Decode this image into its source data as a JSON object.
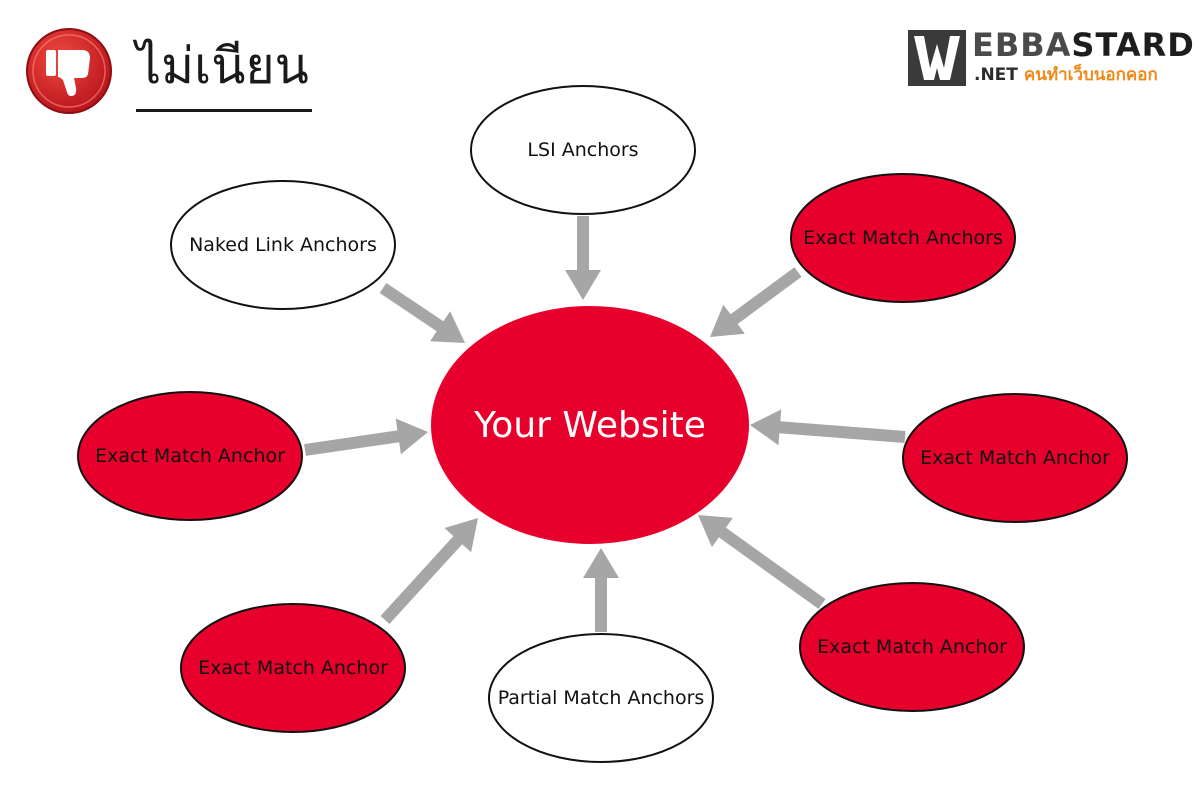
{
  "header": {
    "title": "ไม่เนียน",
    "badge_icon": "thumbs-down-icon"
  },
  "logo": {
    "word_part1": "W",
    "word_part2": "EBBA",
    "word_part3": "STARD",
    "suffix": ".NET",
    "tagline": "คนทำเว็บนอกคอก",
    "accent_color": "#f08a1c"
  },
  "diagram": {
    "center": {
      "label": "Your Website",
      "fill": "#e8002d"
    },
    "nodes": [
      {
        "label": "LSI Anchors",
        "style": "white"
      },
      {
        "label": "Naked Link Anchors",
        "style": "white"
      },
      {
        "label": "Exact Match Anchors",
        "style": "red"
      },
      {
        "label": "Exact Match Anchor",
        "style": "red"
      },
      {
        "label": "Exact Match Anchor",
        "style": "red"
      },
      {
        "label": "Exact Match Anchor",
        "style": "red"
      },
      {
        "label": "Partial Match Anchors",
        "style": "white"
      },
      {
        "label": "Exact Match Anchor",
        "style": "red"
      }
    ],
    "colors": {
      "red": "#e8002d",
      "white": "#ffffff",
      "arrow": "#a6a6a6",
      "outline": "#111111"
    }
  }
}
